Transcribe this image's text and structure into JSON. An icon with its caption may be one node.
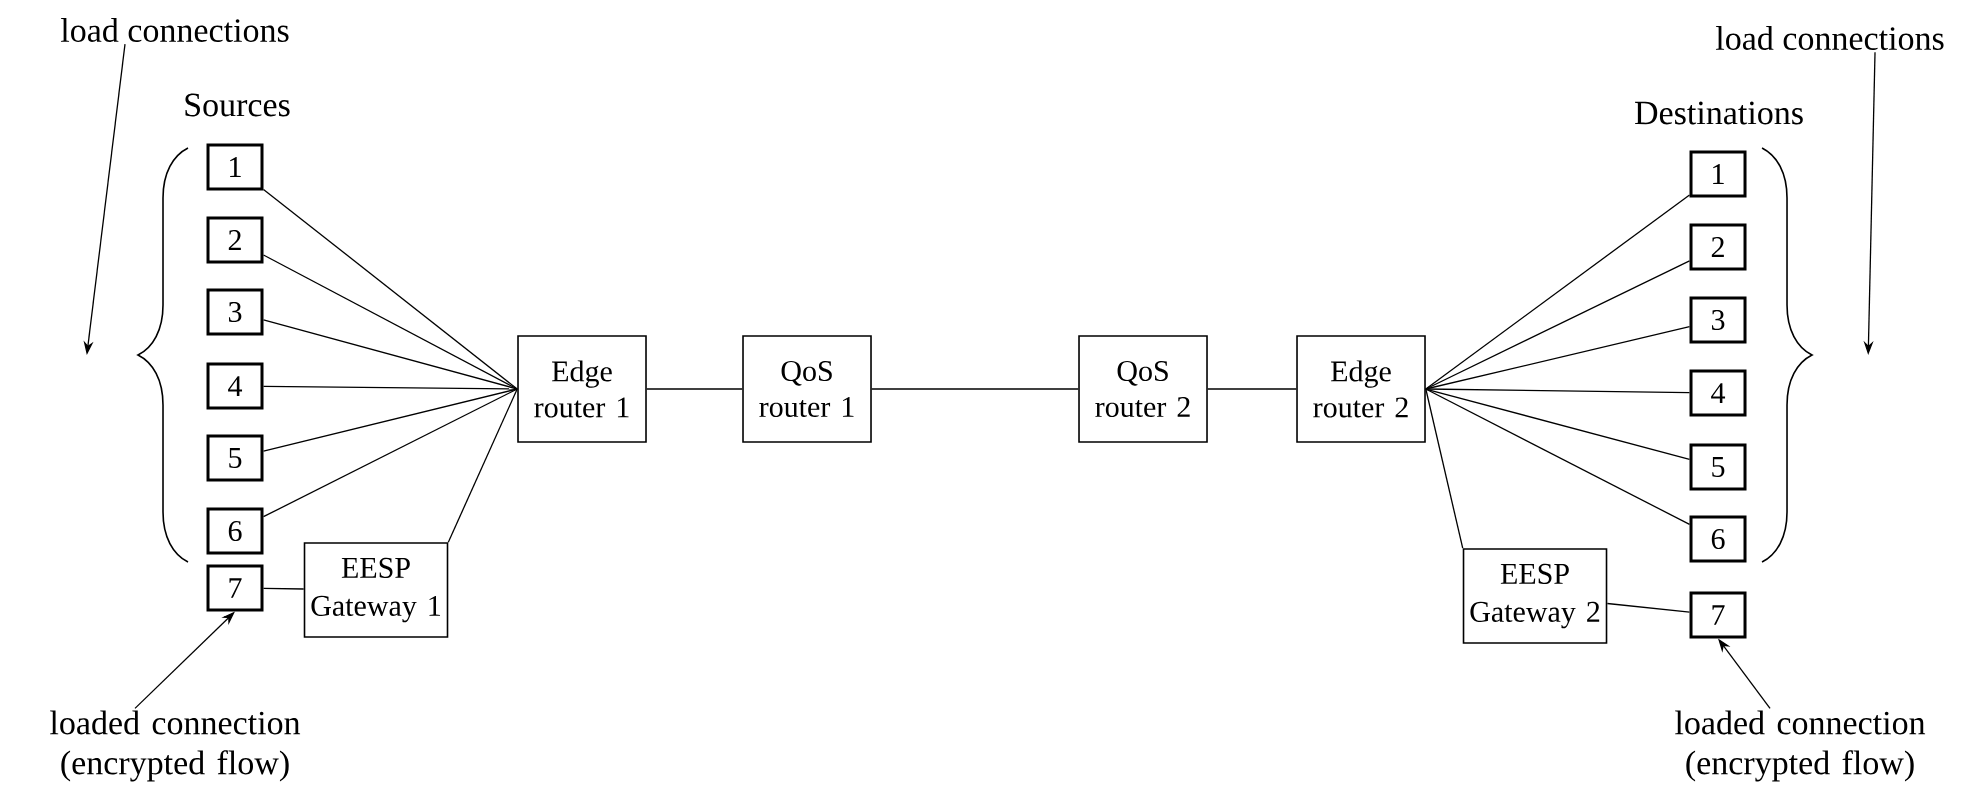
{
  "diagram": {
    "nodes": [
      {
        "text": [
          "load connections"
        ]
      },
      {
        "text": [
          "load connections"
        ]
      },
      {
        "text": [],
        "shape": "brace"
      },
      {
        "text": [
          "1"
        ]
      },
      {
        "text": [
          "2"
        ]
      },
      {
        "text": [
          "3"
        ]
      },
      {
        "text": [
          "4"
        ]
      },
      {
        "text": [
          "5"
        ]
      },
      {
        "text": [
          "6"
        ]
      },
      {
        "text": [
          "7"
        ]
      },
      {
        "text": [
          "Edge router 1"
        ]
      },
      {
        "text": [
          "QoS router 1"
        ]
      },
      {
        "text": [
          "QoS router 2"
        ]
      },
      {
        "text": [
          "Edge router 2"
        ]
      },
      {
        "text": [
          "EESP Gateway 1"
        ]
      },
      {
        "text": [],
        "shape": "brace"
      },
      {
        "text": [
          "1"
        ]
      },
      {
        "text": [
          "2"
        ]
      },
      {
        "text": [
          "3"
        ]
      },
      {
        "text": [
          "4"
        ]
      },
      {
        "text": [
          "5"
        ]
      },
      {
        "text": [
          "6"
        ]
      },
      {
        "text": [
          "7"
        ]
      },
      {
        "text": [
          "EESP Gateway 2"
        ]
      },
      {
        "text": [
          "loaded connection (encrypted flow)"
        ]
      },
      {
        "text": [
          "loaded connection (encrypted flow)"
        ]
      }
    ],
    "edges": [
      {
        "from": 0,
        "to": 2,
        "arrow": "to"
      },
      {
        "from": 1,
        "to": 15,
        "arrow": "to"
      },
      {
        "from": 3,
        "to": 10,
        "arrow": "none"
      },
      {
        "from": 4,
        "to": 10,
        "arrow": "none"
      },
      {
        "from": 5,
        "to": 10,
        "arrow": "none"
      },
      {
        "from": 6,
        "to": 10,
        "arrow": "none"
      },
      {
        "from": 7,
        "to": 10,
        "arrow": "none"
      },
      {
        "from": 8,
        "to": 10,
        "arrow": "none"
      },
      {
        "from": 9,
        "to": 14,
        "arrow": "none"
      },
      {
        "from": 14,
        "to": 10,
        "arrow": "none"
      },
      {
        "from": 10,
        "to": 11,
        "arrow": "none"
      },
      {
        "from": 11,
        "to": 12,
        "arrow": "none"
      },
      {
        "from": 12,
        "to": 13,
        "arrow": "none"
      },
      {
        "from": 13,
        "to": 16,
        "arrow": "none"
      },
      {
        "from": 13,
        "to": 17,
        "arrow": "none"
      },
      {
        "from": 13,
        "to": 18,
        "arrow": "none"
      },
      {
        "from": 13,
        "to": 19,
        "arrow": "none"
      },
      {
        "from": 13,
        "to": 20,
        "arrow": "none"
      },
      {
        "from": 13,
        "to": 21,
        "arrow": "none"
      },
      {
        "from": 13,
        "to": 23,
        "arrow": "none"
      },
      {
        "from": 23,
        "to": 22,
        "arrow": "none"
      },
      {
        "from": 24,
        "to": 9,
        "arrow": "to"
      },
      {
        "from": 25,
        "to": 22,
        "arrow": "to"
      }
    ],
    "labels": [
      "Sources",
      "Destinations"
    ]
  }
}
